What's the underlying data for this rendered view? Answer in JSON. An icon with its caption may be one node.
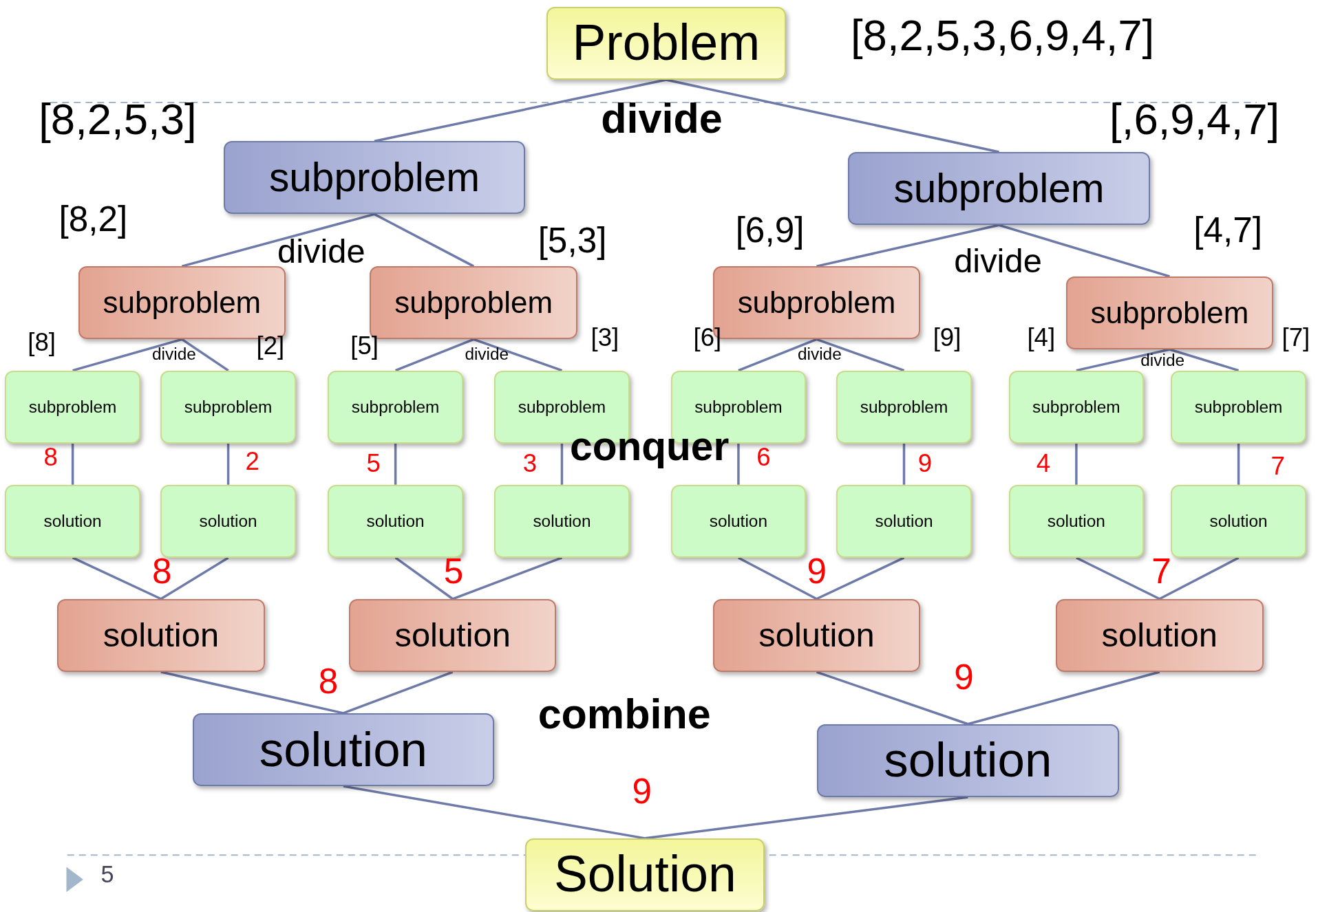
{
  "diagram": {
    "nodes": [
      {
        "text": [
          "Problem"
        ]
      },
      {
        "text": [
          "subproblem"
        ]
      },
      {
        "text": [
          "subproblem"
        ]
      },
      {
        "text": [
          "subproblem"
        ]
      },
      {
        "text": [
          "subproblem"
        ]
      },
      {
        "text": [
          "subproblem"
        ]
      },
      {
        "text": [
          "subproblem"
        ]
      },
      {
        "text": [
          "subproblem"
        ]
      },
      {
        "text": [
          "subproblem"
        ]
      },
      {
        "text": [
          "subproblem"
        ]
      },
      {
        "text": [
          "subproblem"
        ]
      },
      {
        "text": [
          "subproblem"
        ]
      },
      {
        "text": [
          "subproblem"
        ]
      },
      {
        "text": [
          "subproblem"
        ]
      },
      {
        "text": [
          "subproblem"
        ]
      },
      {
        "text": [
          "solution"
        ]
      },
      {
        "text": [
          "solution"
        ]
      },
      {
        "text": [
          "solution"
        ]
      },
      {
        "text": [
          "solution"
        ]
      },
      {
        "text": [
          "solution"
        ]
      },
      {
        "text": [
          "solution"
        ]
      },
      {
        "text": [
          "solution"
        ]
      },
      {
        "text": [
          "solution"
        ]
      },
      {
        "text": [
          "solution"
        ]
      },
      {
        "text": [
          "solution"
        ]
      },
      {
        "text": [
          "solution"
        ]
      },
      {
        "text": [
          "solution"
        ]
      },
      {
        "text": [
          "solution"
        ]
      },
      {
        "text": [
          "solution"
        ]
      },
      {
        "text": [
          "Solution"
        ]
      }
    ],
    "edges": [
      {
        "from": 0,
        "to": 1,
        "arrow": "none"
      },
      {
        "from": 0,
        "to": 2,
        "arrow": "none"
      },
      {
        "from": 1,
        "to": 3,
        "arrow": "none"
      },
      {
        "from": 1,
        "to": 4,
        "arrow": "none"
      },
      {
        "from": 2,
        "to": 5,
        "arrow": "none"
      },
      {
        "from": 2,
        "to": 6,
        "arrow": "none"
      },
      {
        "from": 3,
        "to": 7,
        "arrow": "none"
      },
      {
        "from": 3,
        "to": 8,
        "arrow": "none"
      },
      {
        "from": 4,
        "to": 9,
        "arrow": "none"
      },
      {
        "from": 4,
        "to": 10,
        "arrow": "none"
      },
      {
        "from": 5,
        "to": 11,
        "arrow": "none"
      },
      {
        "from": 5,
        "to": 12,
        "arrow": "none"
      },
      {
        "from": 6,
        "to": 13,
        "arrow": "none"
      },
      {
        "from": 6,
        "to": 14,
        "arrow": "none"
      },
      {
        "from": 7,
        "to": 15,
        "arrow": "none"
      },
      {
        "from": 8,
        "to": 16,
        "arrow": "none"
      },
      {
        "from": 9,
        "to": 17,
        "arrow": "none"
      },
      {
        "from": 10,
        "to": 18,
        "arrow": "none"
      },
      {
        "from": 11,
        "to": 19,
        "arrow": "none"
      },
      {
        "from": 12,
        "to": 20,
        "arrow": "none"
      },
      {
        "from": 13,
        "to": 21,
        "arrow": "none"
      },
      {
        "from": 14,
        "to": 22,
        "arrow": "none"
      },
      {
        "from": 15,
        "to": 23,
        "arrow": "none"
      },
      {
        "from": 16,
        "to": 23,
        "arrow": "none"
      },
      {
        "from": 17,
        "to": 24,
        "arrow": "none"
      },
      {
        "from": 18,
        "to": 24,
        "arrow": "none"
      },
      {
        "from": 19,
        "to": 25,
        "arrow": "none"
      },
      {
        "from": 20,
        "to": 25,
        "arrow": "none"
      },
      {
        "from": 21,
        "to": 26,
        "arrow": "none"
      },
      {
        "from": 22,
        "to": 26,
        "arrow": "none"
      },
      {
        "from": 23,
        "to": 27,
        "arrow": "none"
      },
      {
        "from": 24,
        "to": 27,
        "arrow": "none"
      },
      {
        "from": 25,
        "to": 28,
        "arrow": "none"
      },
      {
        "from": 26,
        "to": 28,
        "arrow": "none"
      },
      {
        "from": 27,
        "to": 29,
        "arrow": "none"
      },
      {
        "from": 28,
        "to": 29,
        "arrow": "none"
      }
    ],
    "labels": [
      "[8,2,5,3,6,9,4,7]",
      "[8,2,5,3]",
      "divide",
      "[,6,9,4,7]",
      "[8,2]",
      "divide",
      "[5,3]",
      "[6,9]",
      "divide",
      "[4,7]",
      "[8]",
      "divide",
      "[2]",
      "[5]",
      "divide",
      "[3]",
      "[6]",
      "divide",
      "[9]",
      "[4]",
      "[7]",
      "divide",
      "8",
      "2",
      "5",
      "3",
      "conquer",
      "6",
      "9",
      "4",
      "7",
      "8",
      "5",
      "9",
      "7",
      "8",
      "9",
      "combine",
      "9",
      "5"
    ]
  }
}
